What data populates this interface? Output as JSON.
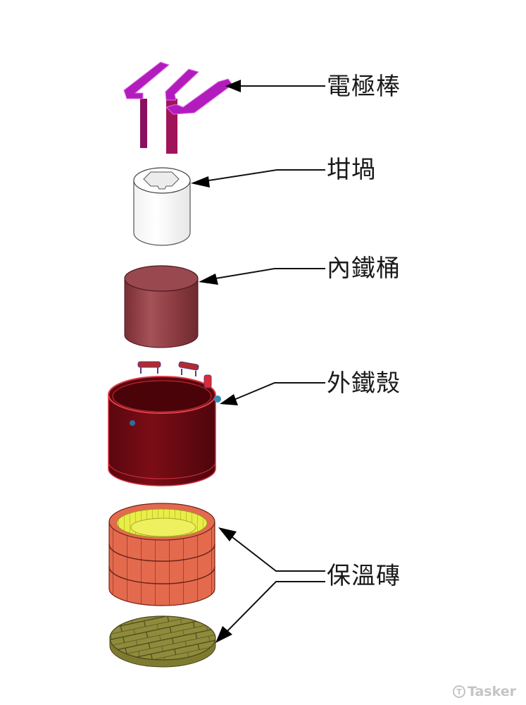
{
  "diagram": {
    "type": "exploded-assembly-view",
    "components": [
      {
        "id": "electrode",
        "label": "電極棒",
        "color": "#b01ab8",
        "description": "electrode rods (three bent bars)"
      },
      {
        "id": "crucible",
        "label": "坩堝",
        "color": "#ffffff",
        "description": "white crucible cylinder with shaped inner opening"
      },
      {
        "id": "inner-drum",
        "label": "內鐵桶",
        "color": "#8e3a40",
        "description": "inner iron drum"
      },
      {
        "id": "outer-shell",
        "label": "外鐵殼",
        "color": "#6e0a12",
        "description": "outer iron shell with clamps and lugs"
      },
      {
        "id": "insulation-brick",
        "label": "保溫磚",
        "color": "#e0644a",
        "description": "insulation bricks: brick ring wall and brick base disc",
        "targets": 2
      }
    ],
    "colors": {
      "electrode": "#b01ab8",
      "electrode_dark": "#8a0f6a",
      "inner_drum": "#8e3a40",
      "outer_shell": "#6e0a12",
      "outer_shell_rim": "#e0404a",
      "brick_ring": "#e06a4e",
      "brick_inner": "#e6ec40",
      "brick_base": "#8e8a3a",
      "leader_line": "#111111"
    }
  },
  "watermark": {
    "icon": "tasker-logo-icon",
    "text": "Tasker"
  }
}
